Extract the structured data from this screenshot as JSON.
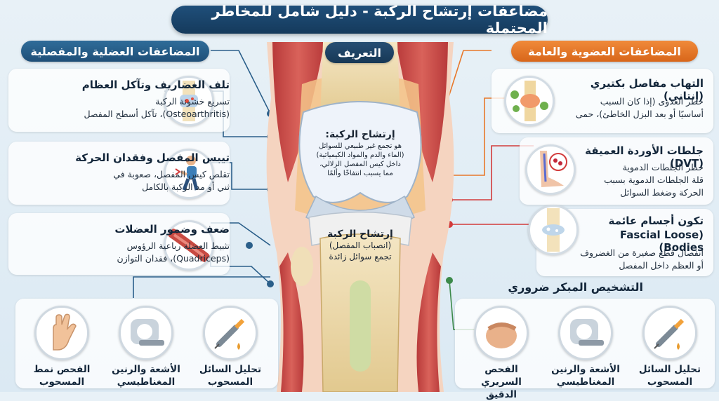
{
  "title": "مضاعفات إرتشاح الركبة - دليل شامل للمخاطر المحتملة",
  "left_header": "المضاعفات العضلية والمفصلية",
  "center_header": "التعريف",
  "right_header": "المضاعفات العضوية والعامة",
  "left_items": [
    {
      "title": "تلف الغضاريف وتآكل العظام",
      "line1": "تسريع خشونة الركبة",
      "line2": "(Osteoarthritis)، تآكل أسطح المفصل",
      "icon": "cartilage-damage-icon"
    },
    {
      "title": "تيبس المفصل وفقدان الحركة",
      "line1": "تقلص كيس المفصل، صعوبة في",
      "line2": "ثني أو مد الركبة بالكامل",
      "icon": "stiff-knee-person-icon"
    },
    {
      "title": "ضعف وضمور العضلات",
      "line1": "تثبيط العضلة رباعية الرؤوس",
      "line2": "(Quadriceps)، فقدان التوازن",
      "icon": "muscle-atrophy-icon"
    }
  ],
  "right_items": [
    {
      "title": "التهاب مفاصل بكتيري (إنتاني)",
      "line1": "خطر العدوى (إذا كان السبب",
      "line2": "أساسيًا أو بعد البزل الخاطئ)، حمى",
      "icon": "bacterial-infection-icon"
    },
    {
      "title": "جلطات الأوردة العميقة (DVT)",
      "line1": "خطر الجلطات الدموية",
      "line2": "قلة الجلطات الدموية بسبب",
      "line3": "الحركة وضغط السوائل",
      "icon": "blood-clot-icon"
    },
    {
      "title": "تكون أجسام عائمة",
      "title2": "(Fascial Loose Bodies)",
      "line1": "انفصال قطع صغيرة من الغضروف",
      "line2": "أو العظم داخل المفصل",
      "icon": "loose-bodies-icon"
    }
  ],
  "definition": {
    "heading": "إرتشاح الركبة:",
    "line1": "هو تجمع غير طبيعي للسوائل",
    "line2": "(الماء والدم والمواد الكيميائية)",
    "line3": "داخل كيس المفصل الزلالي،",
    "line4": "مما يسبب انتفاخًا وألمًا"
  },
  "lower_def": {
    "heading": "إرتشاح الركبة",
    "line1": "(انصباب المفصل)",
    "line2": "تجمع سوائل زائدة"
  },
  "early_diagnosis": "التشخيص المبكر ضروري",
  "left_dx": [
    {
      "line1": "الفحص نمط",
      "line2": "المسحوب",
      "icon": "hand-exam-icon"
    },
    {
      "line1": "الأشعة والرنين",
      "line2": "المغناطيسي",
      "icon": "mri-scanner-icon"
    },
    {
      "line1": "تحليل السائل",
      "line2": "المسحوب",
      "icon": "syringe-icon"
    }
  ],
  "right_dx": [
    {
      "line1": "الفحص السريري",
      "line2": "الدقيق",
      "icon": "clinical-exam-icon"
    },
    {
      "line1": "الأشعة والرنين",
      "line2": "المغناطيسي",
      "icon": "mri-scanner-icon"
    },
    {
      "line1": "تحليل السائل",
      "line2": "المسحوب",
      "icon": "syringe-icon"
    }
  ],
  "colors": {
    "navy": "#1f4f7a",
    "orange": "#e8782a",
    "red": "#d23b3b",
    "green": "#3c8a4a",
    "blue_line": "#2b5f8a"
  }
}
